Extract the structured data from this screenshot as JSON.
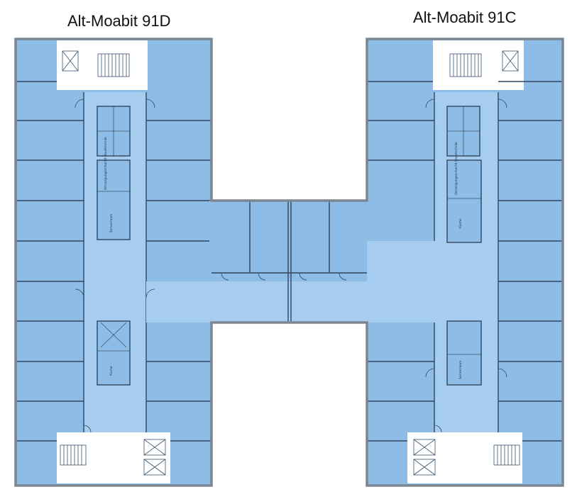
{
  "buildings": {
    "left": {
      "name": "Alt-Moabit 91D"
    },
    "right": {
      "name": "Alt-Moabit 91C"
    }
  },
  "room_tags": {
    "kitchen": "Küche",
    "server": "Serverraum",
    "supply": "Versorgungsschacht Haustechnik"
  },
  "colors": {
    "room_fill": "#8dbde6",
    "corridor_fill": "#a6cdef",
    "wall": "#30455c",
    "exterior_wall": "#7c8590"
  }
}
